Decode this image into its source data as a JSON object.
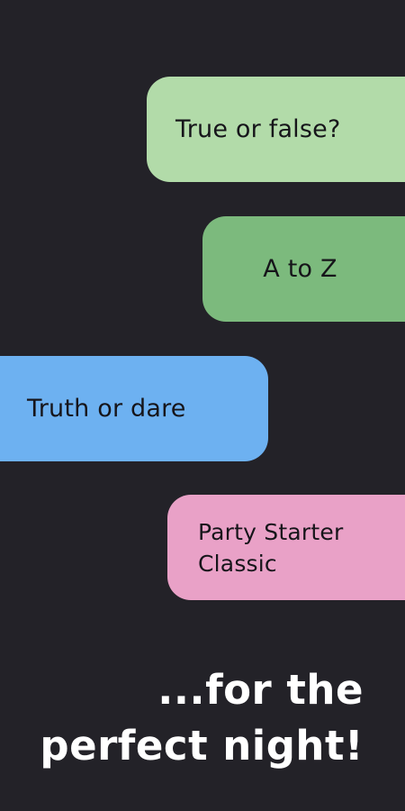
{
  "games": [
    {
      "id": "true-false",
      "label": "True or false?",
      "color": "#b2dba9"
    },
    {
      "id": "a-to-z",
      "label": "A to Z",
      "color": "#7cba7d"
    },
    {
      "id": "truth-dare",
      "label": "Truth or dare",
      "color": "#6db1f1"
    },
    {
      "id": "party-starter",
      "label": "Party Starter\nClassic",
      "color": "#e9a1c7"
    }
  ],
  "tagline": "...for the\nperfect night!",
  "colors": {
    "background": "#232228",
    "text_dark": "#16151a",
    "text_light": "#ffffff"
  }
}
